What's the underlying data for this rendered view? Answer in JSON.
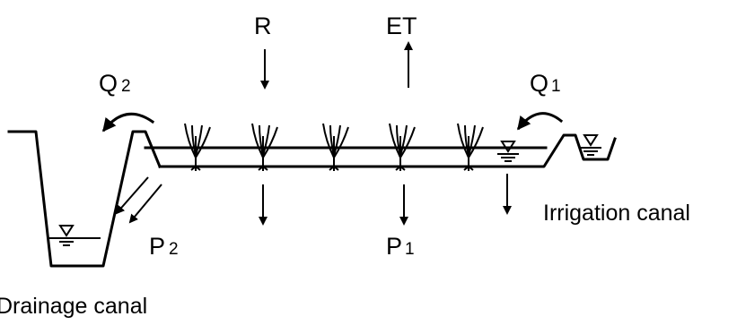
{
  "labels": {
    "rain": "R",
    "evapotranspiration": "ET",
    "q2": {
      "main": "Q",
      "sub": "2"
    },
    "q1": {
      "main": "Q",
      "sub": "1"
    },
    "p2": {
      "main": "P",
      "sub": "2"
    },
    "p1": {
      "main": "P",
      "sub": "1"
    },
    "irrigation_canal": "Irrigation canal",
    "drainage_canal": "Drainage canal"
  },
  "colors": {
    "ink": "#000000",
    "background": "#ffffff"
  },
  "icons": [
    "water-level-triangle-icon",
    "rice-plant-icon",
    "arrow-icon"
  ]
}
